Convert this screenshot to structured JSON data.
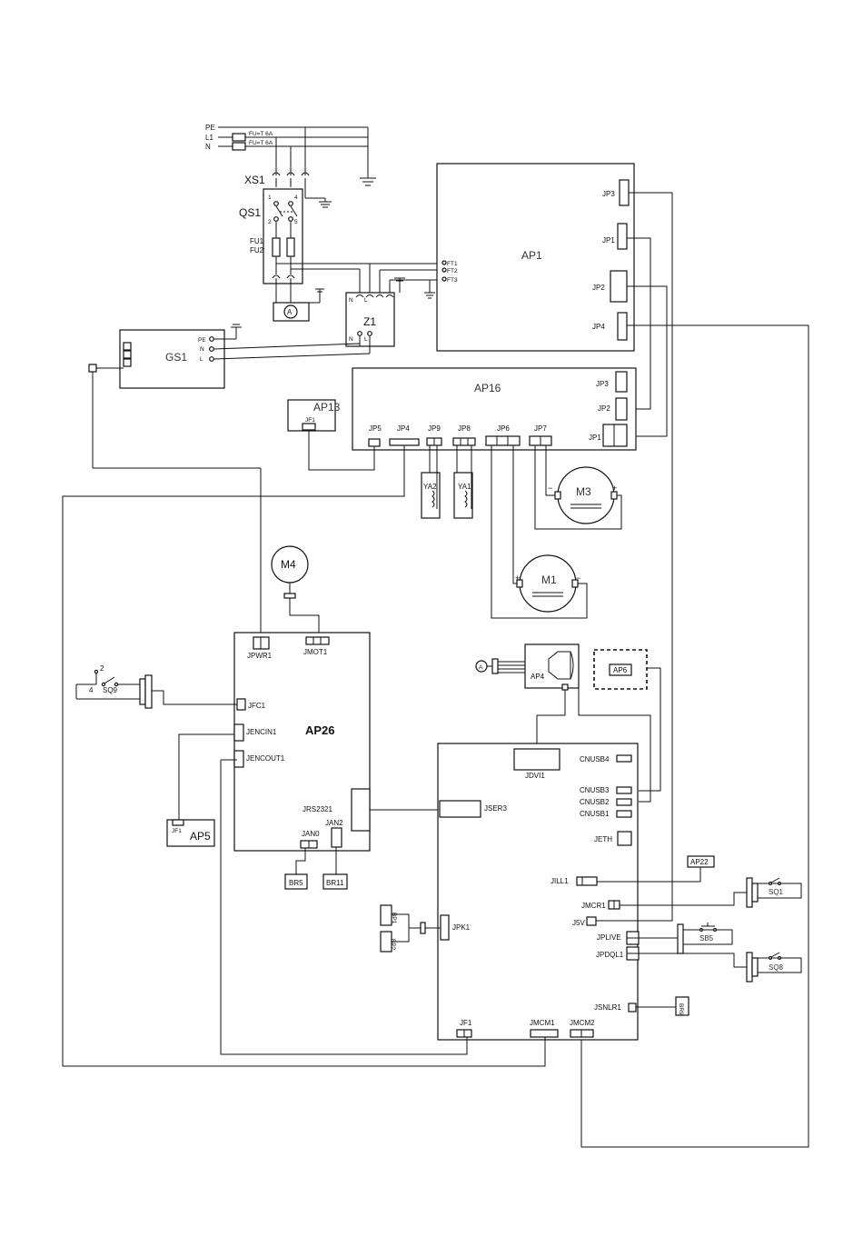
{
  "mains": {
    "pe": "PE",
    "l1": "L1",
    "n": "N",
    "fuse1": "FU=T 6A",
    "fuse2": "FU=T 6A"
  },
  "xs1": "XS1",
  "qs1": {
    "label": "QS1",
    "p1": "1",
    "p4": "4",
    "p2": "2",
    "p5": "5"
  },
  "fu": {
    "fu1": "FU1",
    "fu2": "FU2"
  },
  "outlet_symbol": "A",
  "z1": {
    "label": "Z1",
    "n_top": "N",
    "l_top": "L",
    "n_bot": "N",
    "l_bot": "L"
  },
  "gs1": {
    "label": "GS1",
    "pe": "PE",
    "n": "N",
    "l": "L"
  },
  "ap1": {
    "label": "AP1",
    "jp3": "JP3",
    "jp1": "JP1",
    "jp2": "JP2",
    "jp4": "JP4",
    "ft1": "FT1",
    "ft2": "FT2",
    "ft3": "FT3"
  },
  "ap16": {
    "label": "AP16",
    "jp3": "JP3",
    "jp2": "JP2",
    "jp1": "JP1",
    "jp5": "JP5",
    "jp4": "JP4",
    "jp9": "JP9",
    "jp8": "JP8",
    "jp6": "JP6",
    "jp7": "JP7"
  },
  "ap13": {
    "label": "AP13",
    "jf1": "JF1"
  },
  "ya2": "YA2",
  "ya1": "YA1",
  "m3": {
    "label": "M3",
    "minus": "−",
    "plus": "+"
  },
  "m1": {
    "label": "M1",
    "plus": "+",
    "minus": "−"
  },
  "m4": "M4",
  "ap26": {
    "label": "AP26",
    "jpwr1": "JPWR1",
    "jmot1": "JMOT1",
    "jfc1": "JFC1",
    "jencin1": "JENCIN1",
    "jencout1": "JENCOUT1",
    "jrs2321": "JRS2321",
    "jan0": "JAN0",
    "jan2": "JAN2"
  },
  "sq9": {
    "label": "SQ9",
    "p2": "2",
    "p4": "4"
  },
  "ap5": {
    "label": "AP5",
    "jf1": "JF1"
  },
  "br5": "BR5",
  "br11": "BR11",
  "ap4": {
    "label": "AP4",
    "symbol": "A"
  },
  "ap6": "AP6",
  "main_board": {
    "jdvi1": "JDVI1",
    "cnusb4": "CNUSB4",
    "cnusb3": "CNUSB3",
    "cnusb2": "CNUSB2",
    "cnusb1": "CNUSB1",
    "jser3": "JSER3",
    "jeth": "JETH",
    "jill1": "JILL1",
    "jmcr1": "JMCR1",
    "j5v": "J5V",
    "jplive": "JPLIVE",
    "jpdql1": "JPDQL1",
    "jpk1": "JPK1",
    "jsnlr1": "JSNLR1",
    "jf1": "JF1",
    "jmcm1": "JMCM1",
    "jmcm2": "JMCM2"
  },
  "ap22": "AP22",
  "sq1": "SQ1",
  "sb5": "SB5",
  "sq8": "SQ8",
  "bp1": "BP1",
  "bp2": "BP2",
  "br9": "BR9"
}
